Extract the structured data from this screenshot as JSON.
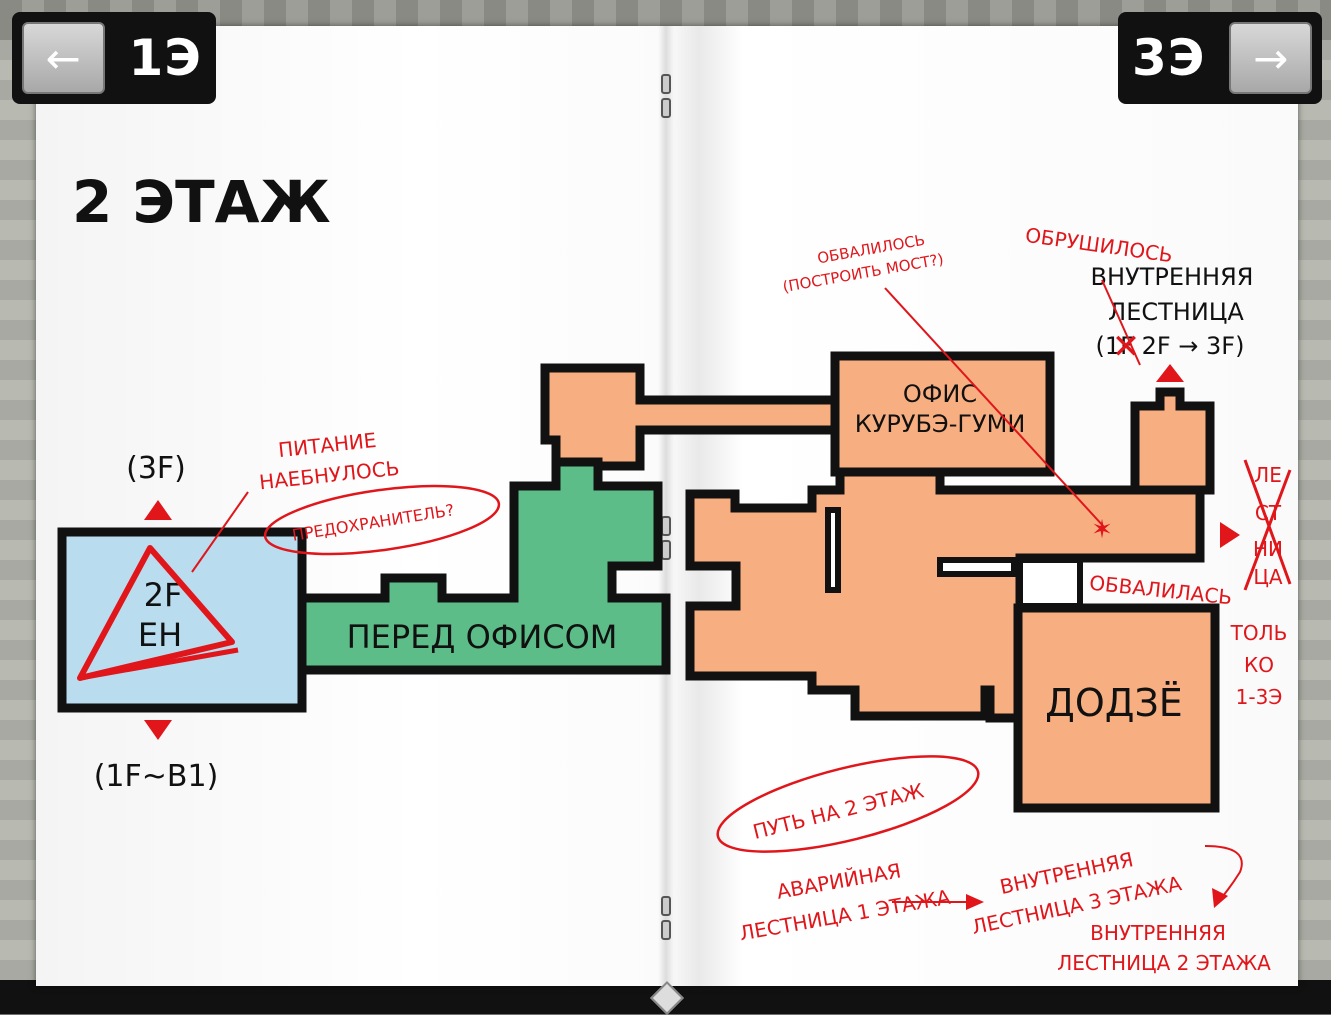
{
  "nav": {
    "prev_label": "1Э",
    "next_label": "3Э",
    "prev_arrow": "←",
    "next_arrow": "→"
  },
  "page_title": "2 ЭТАЖ",
  "rooms": {
    "eh_line1": "2F",
    "eh_line2": "EH",
    "front_office": "ПЕРЕД ОФИСОМ",
    "office_line1": "ОФИС",
    "office_line2": "КУРУБЭ-ГУМИ",
    "dojo": "ДОДЗЁ"
  },
  "stairs": {
    "up_label": "(3F)",
    "down_label": "(1F~B1)",
    "internal_line1": "ВНУТРЕННЯЯ",
    "internal_line2": "ЛЕСТНИЦА",
    "internal_line3": "(1F  2F → 3F)"
  },
  "notes": {
    "power_line1": "ПИТАНИЕ",
    "power_line2": "НАЕБНУЛОСЬ",
    "fuse": "ПРЕДОХРАНИТЕЛЬ?",
    "collapsed_bridge_line1": "ОБВАЛИЛОСЬ",
    "collapsed_bridge_line2": "(ПОСТРОИТЬ МОСТ?)",
    "caved_in": "ОБРУШИЛОСЬ",
    "collapsed_floor": "ОБВАЛИЛАСЬ",
    "only_line1": "ТОЛЬ",
    "only_line2": "КО",
    "only_line3": "1-3Э",
    "crossed_line1": "ЛЕ",
    "crossed_line2": "СТ",
    "crossed_line3": "НИ",
    "crossed_line4": "ЦА",
    "route_title": "ПУТЬ НА 2 ЭТАЖ",
    "route_step1_line1": "АВАРИЙНАЯ",
    "route_step1_line2": "ЛЕСТНИЦА 1 ЭТАЖА",
    "route_step2_line1": "ВНУТРЕННЯЯ",
    "route_step2_line2": "ЛЕСТНИЦА 3 ЭТАЖА",
    "route_step3_line1": "ВНУТРЕННЯЯ",
    "route_step3_line2": "ЛЕСТНИЦА 2 ЭТАЖА"
  },
  "colors": {
    "eh_room": "#b9dcef",
    "green_room": "#5dbd88",
    "orange_room": "#f7af82",
    "annotation_red": "#e0161b"
  }
}
